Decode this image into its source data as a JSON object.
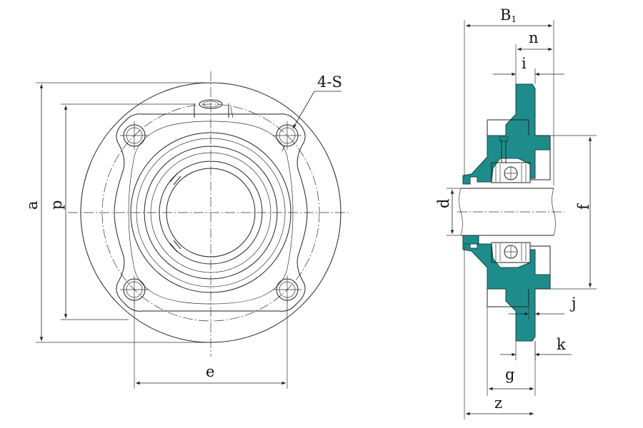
{
  "labels": {
    "a": "a",
    "p": "p",
    "e": "e",
    "holes": "4-S",
    "b1": "B",
    "b1_sub": "1",
    "n": "n",
    "i": "i",
    "d": "d",
    "f": "f",
    "j": "j",
    "k": "k",
    "g": "g",
    "z": "z"
  },
  "colors": {
    "section_fill": "#1f8c8c",
    "line": "#222222"
  }
}
